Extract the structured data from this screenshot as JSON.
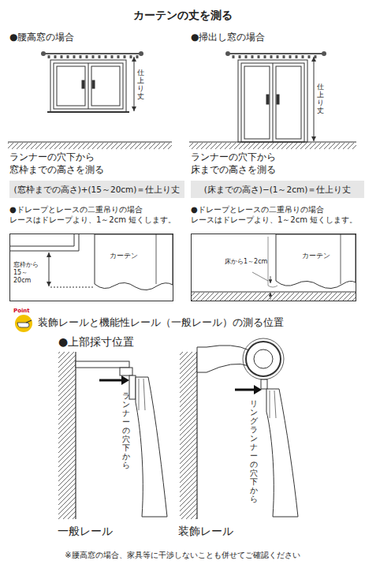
{
  "diagram": {
    "title": "カーテンの丈を測る",
    "nodes": [
      {
        "text": [
          "(窓枠までの高さ)+(15～20cm)＝仕上り丈"
        ]
      },
      {
        "text": [
          "(床までの高さ)−(1～2cm)＝仕上り丈"
        ]
      },
      {
        "text": [
          "窓枠から 15～20cm",
          "カーテン"
        ]
      },
      {
        "text": [
          "床から1～2cm",
          "カーテン"
        ]
      }
    ],
    "labels": [
      "●腰高窓の場合",
      "●掃出し窓の場合",
      "仕上り丈",
      "仕上り丈",
      "ランナーの穴下から 窓枠までの高さを測る",
      "ランナーの穴下から 床までの高さを測る",
      "●ドレープとレースの二重吊りの場合 レースはドレープより、1～2cm 短くします。",
      "●ドレープとレースの二重吊りの場合 レースはドレープより、1～2cm 短くします。",
      "Point",
      "装飾レールと機能性レール（一般レール）の測る位置",
      "●上部採寸位置",
      "ランナーの穴下から",
      "リングランナーの穴下から",
      "一般レール",
      "装飾レール",
      "※腰高窓の場合、家具等に干渉しないことも併せてご確認ください"
    ]
  }
}
